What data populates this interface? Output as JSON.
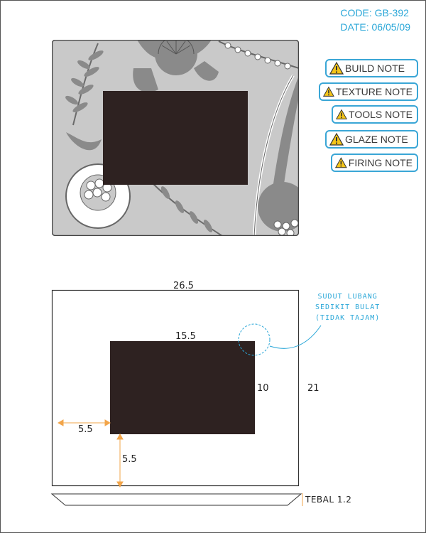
{
  "header": {
    "code": "CODE: GB-392",
    "date": "DATE: 06/05/09"
  },
  "notes": [
    {
      "label": "BUILD NOTE"
    },
    {
      "label": "TEXTURE NOTE"
    },
    {
      "label": "TOOLS NOTE"
    },
    {
      "label": "GLAZE NOTE"
    },
    {
      "label": "FIRING NOTE"
    }
  ],
  "drawing": {
    "outer_width": "26.5",
    "outer_height": "21",
    "hole_width": "15.5",
    "hole_height": "10",
    "left_margin": "5.5",
    "bottom_margin": "5.5",
    "thickness": "TEBAL 1.2",
    "corner_note": [
      "SUDUT LUBANG",
      "SEDIKIT BULAT",
      "(TIDAK TAJAM)"
    ]
  },
  "colors": {
    "accent": "#2aa7d8",
    "hole": "#2e2221",
    "pattern_bg": "#c9c9c9",
    "pattern_dark": "#8a8a8a",
    "warning": "#f5c518",
    "dimension_arrow": "#f2a54a"
  },
  "icons": {
    "note": "warning-triangle-icon"
  }
}
